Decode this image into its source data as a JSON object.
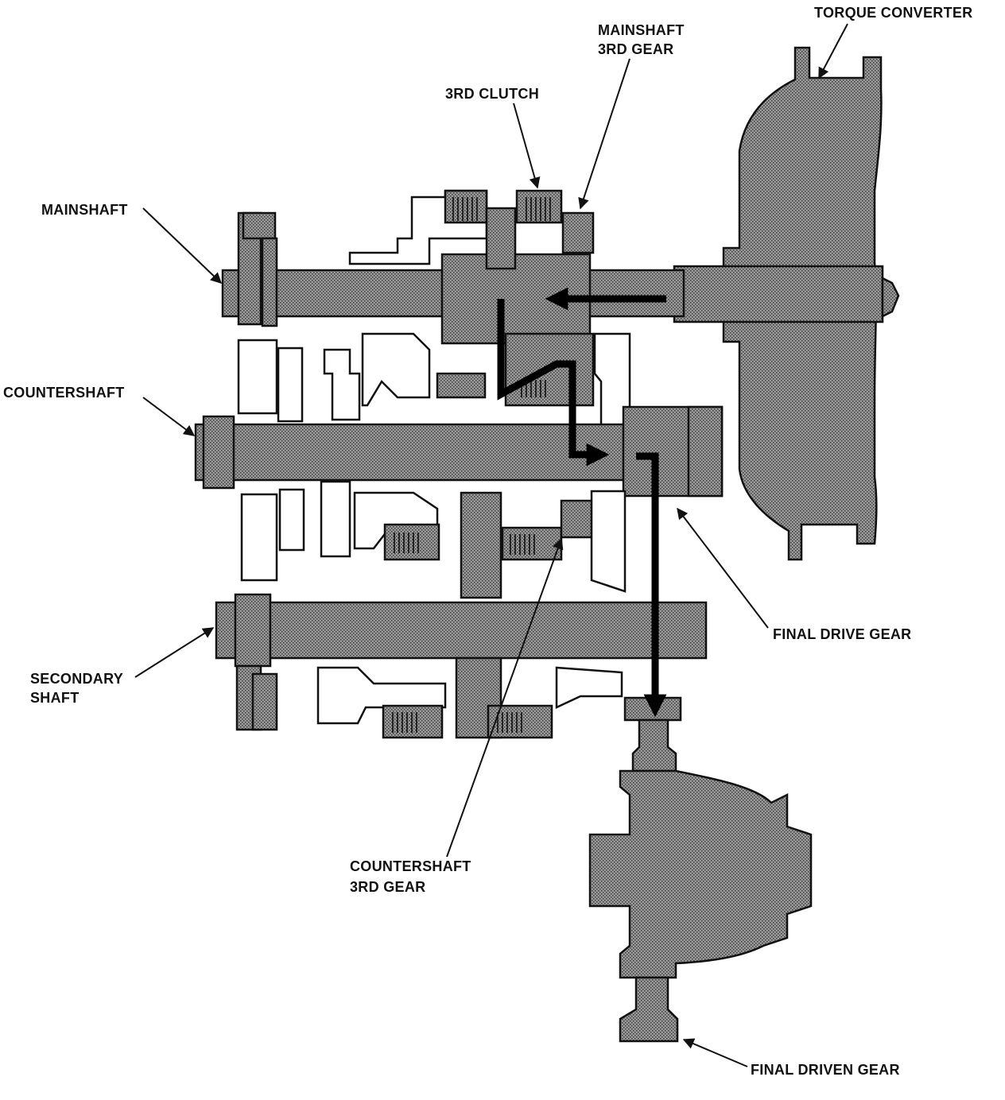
{
  "labels": {
    "torque_converter": "TORQUE CONVERTER",
    "mainshaft_3rd_gear_l1": "MAINSHAFT",
    "mainshaft_3rd_gear_l2": "3RD GEAR",
    "third_clutch": "3RD CLUTCH",
    "mainshaft": "MAINSHAFT",
    "countershaft": "COUNTERSHAFT",
    "final_drive_gear": "FINAL DRIVE GEAR",
    "secondary_shaft_l1": "SECONDARY",
    "secondary_shaft_l2": "SHAFT",
    "countershaft_3rd_gear_l1": "COUNTERSHAFT",
    "countershaft_3rd_gear_l2": "3RD GEAR",
    "final_driven_gear": "FINAL DRIVEN GEAR"
  },
  "colors": {
    "ink": "#111111",
    "stipple_fill": "#8a8a8a",
    "power_flow": "#000000"
  }
}
